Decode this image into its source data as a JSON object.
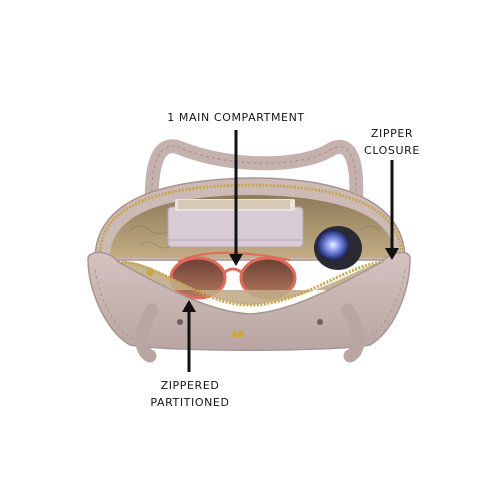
{
  "callouts": {
    "main_compartment": "1 MAIN COMPARTMENT",
    "zipper_closure": [
      "ZIPPER",
      "CLOSURE"
    ],
    "zippered_partitioned": [
      "ZIPPERED",
      "PARTITIONED"
    ]
  },
  "colors": {
    "background": "#ffffff",
    "bag_leather": "#c9b7b4",
    "bag_shadow": "#a89592",
    "lining": "#b8a37c",
    "zipper_gold": "#c8a64a",
    "sunglasses_frame": "#e06a5c",
    "wallet": "#d9cbd6",
    "arrow": "#111111"
  },
  "icons": [
    "arrow-down-icon",
    "arrow-up-icon",
    "brand-logo-icon"
  ]
}
